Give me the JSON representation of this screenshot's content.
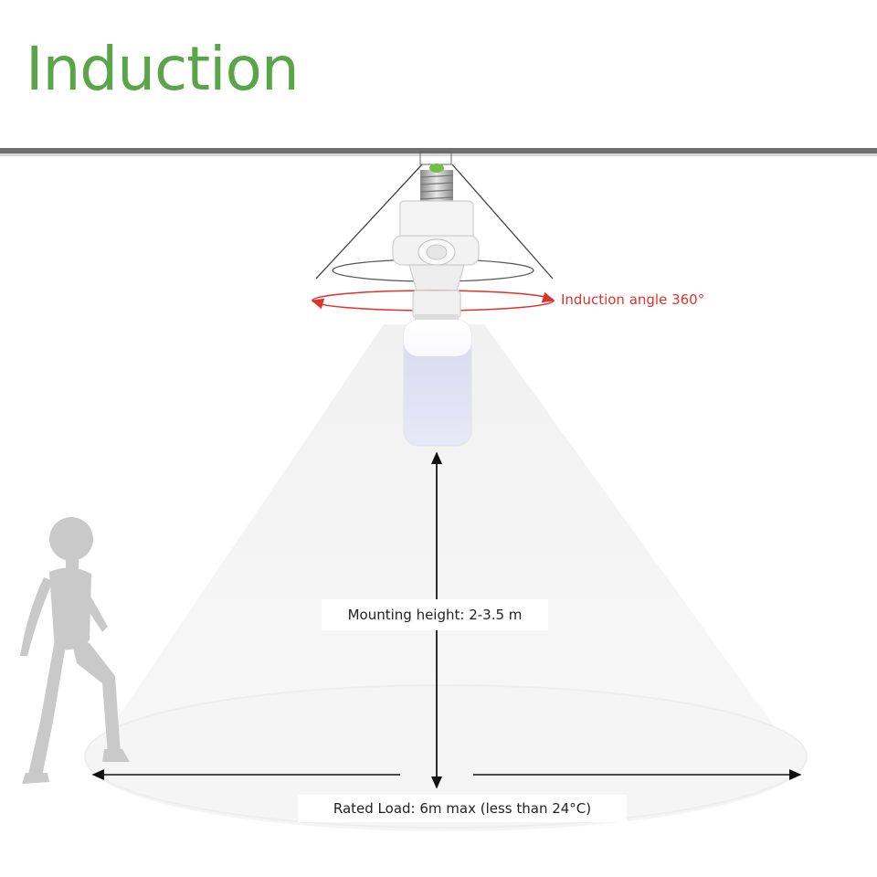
{
  "header": {
    "title": "Induction",
    "title_color": "#5aa548"
  },
  "annotations": {
    "induction_angle": "Induction angle 360°",
    "induction_angle_color": "#e0312b",
    "mounting_height": "Mounting height: 2-3.5 m",
    "rated_load": "Rated Load: 6m max (less than 24°C)"
  },
  "icons": {
    "person": "walking-person-icon",
    "bulb": "led-bulb-icon",
    "sensor": "motion-sensor-socket-icon"
  }
}
